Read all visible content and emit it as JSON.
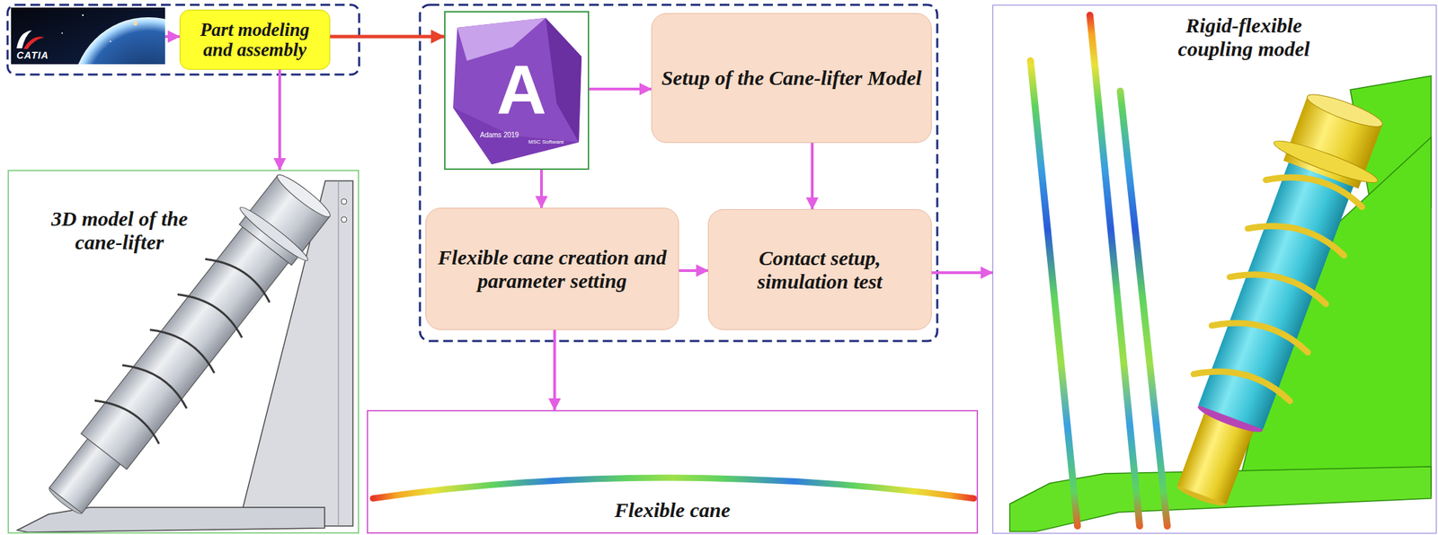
{
  "diagram": {
    "nodes": [
      {
        "text": [
          "CATIA"
        ]
      },
      {
        "text": [
          "Part modeling and assembly"
        ]
      },
      {
        "text": [
          "3D model of the cane-lifter"
        ]
      },
      {
        "text": [
          "A",
          "Adams 2019",
          "MSC Software"
        ]
      },
      {
        "text": [
          "Setup of the Cane-lifter Model"
        ]
      },
      {
        "text": [
          "Flexible cane creation and parameter setting"
        ]
      },
      {
        "text": [
          "Contact setup, simulation test"
        ]
      },
      {
        "text": [
          "Flexible cane"
        ]
      },
      {
        "text": [
          "Rigid-flexible coupling model"
        ]
      }
    ],
    "edges": [
      {
        "from": 0,
        "to": 1,
        "arrow": "to"
      },
      {
        "from": 1,
        "to": 2,
        "arrow": "to"
      },
      {
        "from": 1,
        "to": 3,
        "arrow": "to"
      },
      {
        "from": 3,
        "to": 4,
        "arrow": "to"
      },
      {
        "from": 3,
        "to": 5,
        "arrow": "to"
      },
      {
        "from": 4,
        "to": 6,
        "arrow": "to"
      },
      {
        "from": 5,
        "to": 6,
        "arrow": "to"
      },
      {
        "from": 5,
        "to": 7,
        "arrow": "to"
      },
      {
        "from": 6,
        "to": 8,
        "arrow": "to"
      }
    ]
  }
}
